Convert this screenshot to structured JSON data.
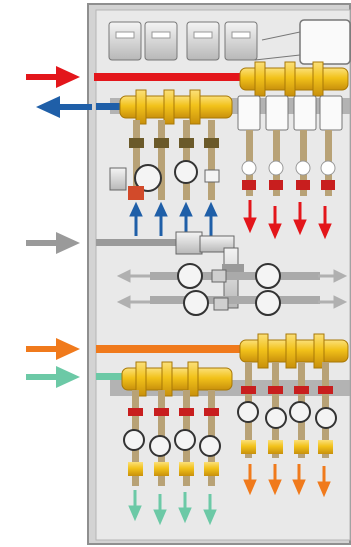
{
  "colors": {
    "supply_hot": "#e3161b",
    "return_hot": "#1f5fa8",
    "cold_inlet": "#9a9a9a",
    "dhw_supply": "#f07a1c",
    "dhw_return": "#6cc9a6",
    "brass": "#f2c21a",
    "cabinet": "#c9c9c9",
    "panel": "#e8e8e8"
  },
  "icons": {
    "thermostat": "thermostat-actuator-icon",
    "controller": "controller-box-icon",
    "meter": "flow-meter-icon",
    "valve": "ball-valve-icon",
    "pump": "circulation-pump-icon",
    "in_arrow": "arrow-right-icon",
    "out_arrow": "arrow-left-icon",
    "up_arrow": "arrow-up-icon",
    "down_arrow": "arrow-down-icon",
    "double_arrow": "double-arrow-icon"
  },
  "groups": {
    "heating_return_outlets": 4,
    "heating_supply_outlets": 4,
    "meter_rows": 2,
    "dhw_supply_outlets": 4,
    "dhw_return_outlets": 4
  }
}
